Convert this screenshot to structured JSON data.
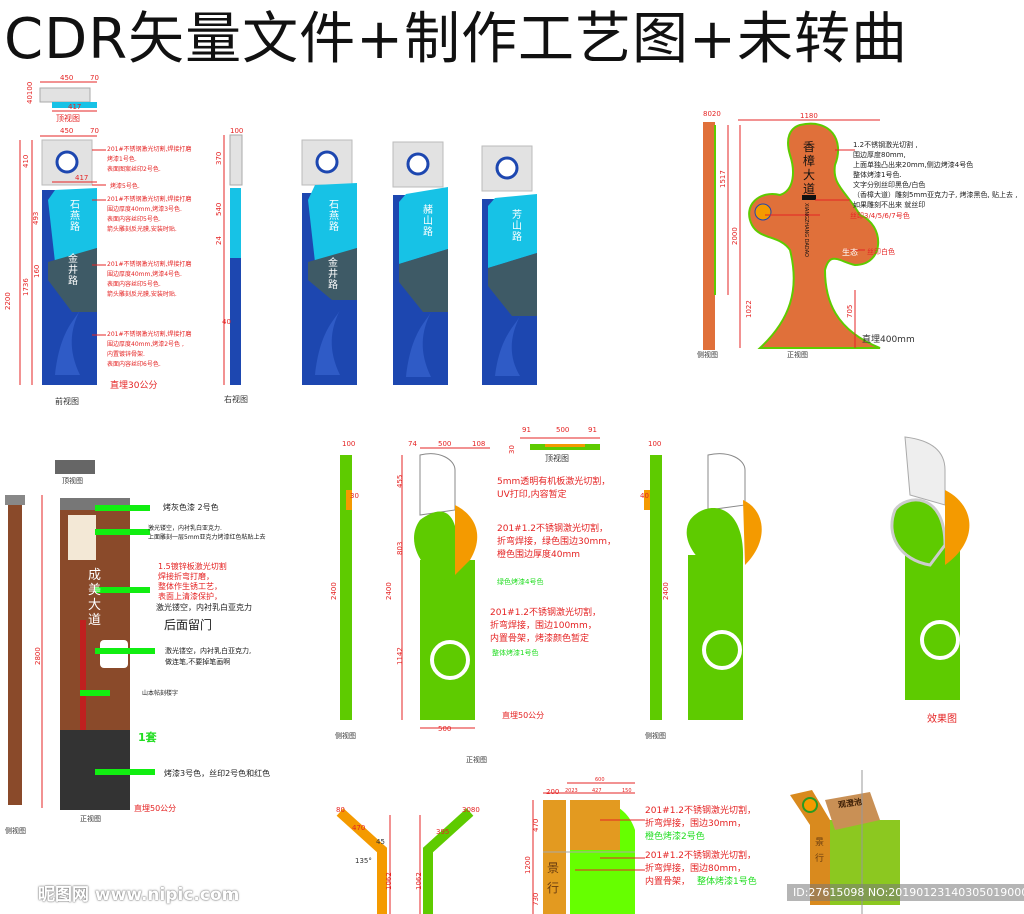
{
  "title": "CDR矢量文件+制作工艺图+未转曲",
  "colors": {
    "red": "#e52424",
    "blue": "#1d47b0",
    "cyan": "#17c2e6",
    "slate": "#3e5a66",
    "orange": "#e0703a",
    "green": "#5ecb00",
    "amber": "#f49a00",
    "rust": "#8a4a2a"
  },
  "sign1": {
    "top_view_label": "顶视图",
    "front_view_label": "前视图",
    "right_view_label": "右视图",
    "dims": {
      "w450": "450",
      "w70": "70",
      "w417": "417",
      "h410": "410",
      "h493": "493",
      "h1736": "1736",
      "h2200": "2200",
      "h160": "160",
      "h370": "370",
      "h540": "540",
      "h24": "24",
      "h100": "100",
      "h40": "40",
      "h40100": "40100"
    },
    "notes": [
      "201#不锈钢激光切割,焊接打磨\n烤漆1号色.\n表面图案丝印2号色.",
      "烤漆5号色.",
      "201#不锈钢激光切割,焊接打磨\n围边厚度40mm,烤漆3号色.\n表面内容丝印5号色.\n箭头雕刻反光膜,安装时贴.",
      "201#不锈钢激光切割,焊接打磨\n围边厚度40mm,烤漆4号色.\n表面内容丝印5号色.\n箭头雕刻反光膜,安装时贴.",
      "201#不锈钢激光切割,焊接打磨\n围边厚度40mm,烤漆2号色 ,\n内置镀锌骨架.\n表面内容丝印6号色."
    ],
    "bury": "直埋30公分",
    "roads": [
      "石燕路",
      "金井路",
      "赭山路",
      "芳山路"
    ]
  },
  "tree_sign": {
    "dims": {
      "w1180": "1180",
      "d8020": "8020",
      "h1517": "1517",
      "h2000": "2000",
      "h1022": "1022",
      "h705": "705"
    },
    "name": "香樟大道",
    "pinyin": "XIANGZHANG DADAO",
    "sub": "生态",
    "notes": "1.2不锈钢激光切割 ,\n围边厚度80mm,\n上面单独凸出来20mm,侧边烤漆4号色\n整体烤漆1号色.\n文字分别丝印黑色/白色\n（香樟大道）雕刻5mm亚克力子, 烤漆黑色, 贴上去 ,\n如果雕刻不出来 就丝印",
    "note_print": "丝印3/4/5/6/7号色",
    "note_white": "丝印白色",
    "side_label": "侧视图",
    "front_label": "正视图",
    "bury": "直埋400mm"
  },
  "brown_sign": {
    "top_label": "顶视图",
    "name": "成美大道",
    "notes": [
      "烤灰色漆 2号色",
      "激光镂空，内衬乳白亚克力.\n上面雕刻一层5mm亚克力烤漆红色粘贴上去",
      "1.5镀锌板激光切割\n焊接折弯打磨，\n整体作生锈工艺，\n表面上清漆保护，",
      "激光镂空，内衬乳白亚克力",
      "后面留门",
      "激光镂空，内衬乳白亚克力,\n做连笔,不要掉笔画啊",
      "山本帖刻楼字",
      "1套",
      "烤漆3号色，丝印2号色和红色"
    ],
    "dims": {
      "h2800": "2800"
    },
    "bury": "直埋50公分",
    "side_label": "侧视图",
    "front_label": "正视图"
  },
  "green_sign": {
    "dims": {
      "w100": "100",
      "w74": "74",
      "w500": "500",
      "w108": "108",
      "h455": "455",
      "h803": "803",
      "h2400": "2400",
      "h1142": "1142",
      "h30": "30",
      "h40": "40",
      "top_w91": "91",
      "top_w500": "500",
      "top_w91b": "91",
      "top_30": "30"
    },
    "top_label": "顶视图",
    "notes": [
      "5mm透明有机板激光切割，\nUV打印,内容暂定",
      "201#1.2不锈钢激光切割，\n折弯焊接，绿色围边30mm，\n橙色围边厚度40mm",
      "绿色烤漆4号色",
      "201#1.2不锈钢激光切割，\n折弯焊接，围边100mm，\n内置骨架，烤漆颜色暂定",
      "整体烤漆1号色"
    ],
    "bury": "直埋50公分",
    "side_label": "侧视图",
    "front_label": "正视图",
    "effect_label": "效果图"
  },
  "bottom": {
    "dims": {
      "d80": "80",
      "d470": "470",
      "d45": "45",
      "d135": "135°",
      "d1062": "1062",
      "d395": "395",
      "d3080": "3080",
      "d600": "600",
      "d200": "200",
      "d2023": "2023",
      "d427": "427",
      "d150": "150",
      "d470v": "470",
      "d1200": "1200",
      "d730": "730"
    },
    "notes": [
      "201#1.2不锈钢激光切割，\n折弯焊接，围边30mm，",
      "橙色烤漆2号色",
      "201#1.2不锈钢激光切割，\n折弯焊接，围边80mm，\n内置骨架，",
      "整体烤漆1号色"
    ],
    "sign_text": "景行",
    "kiosk_title": "观澄池"
  },
  "watermark": "昵图网 www.nipic.com",
  "image_id": "ID:27615098 NO:20190123140305019000"
}
